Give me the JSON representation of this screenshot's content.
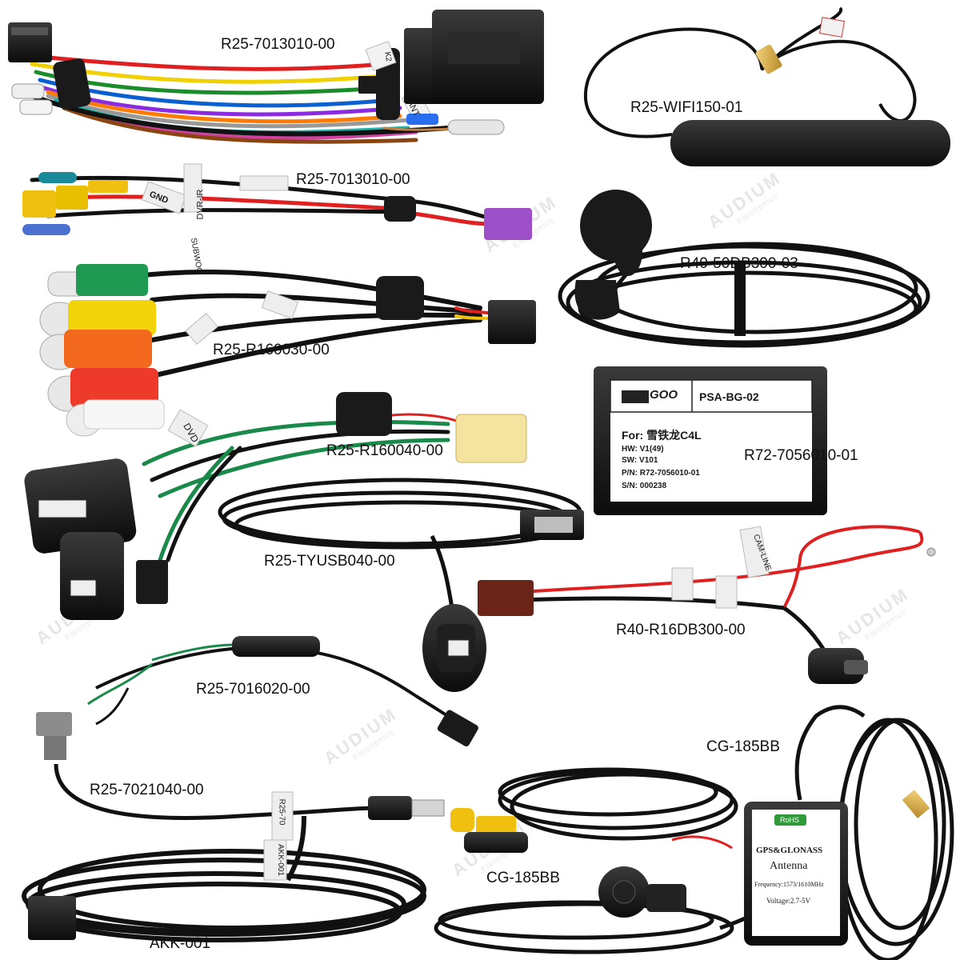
{
  "labels": {
    "l1": "R25-7013010-00",
    "l2": "R25-WIFI150-01",
    "l3": "R25-7013010-00",
    "l4": "R40-50DB300-03",
    "l5": "R25-R160030-00",
    "l6": "R25-R160040-00",
    "l7": "R72-7056010-01",
    "l8": "R25-TYUSB040-00",
    "l9": "R40-R16DB300-00",
    "l10": "R25-7016020-00",
    "l11": "CG-185BB",
    "l12": "R25-7021040-00",
    "l13": "CG-185BB",
    "l14": "AKK-001"
  },
  "canbox": {
    "brand": "GOO",
    "model": "PSA-BG-02",
    "for_line": "For: 雪铁龙C4L",
    "hw": "HW: V1(49)",
    "sw": "SW: V101",
    "pn": "P/N: R72-7056010-01",
    "sn": "S/N: 000238"
  },
  "gps": {
    "badge": "RoHS",
    "title": "GPS&GLONASS",
    "subtitle": "Antenna",
    "freq": "Frequency:1573/1610MHz",
    "voltage": "Voltage:2.7-5V"
  },
  "wire_tags": {
    "gnd": "GND",
    "dvr": "DVR-IR",
    "subwoofer": "SUBWOO",
    "dvd": "DVD",
    "cam": "CAM-LINE",
    "k2": "K2",
    "ant": "ANT",
    "r25_70": "R25-70",
    "akk": "AKK-001"
  },
  "watermark": {
    "brand": "AUDIUM",
    "sub": "Electronics"
  }
}
